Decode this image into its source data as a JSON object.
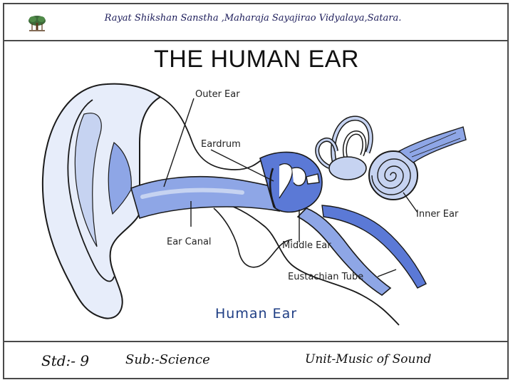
{
  "header": {
    "text": "Rayat Shikshan Sanstha ,Maharaja Sayajirao Vidyalaya,Satara.",
    "logo_icon": "banyan-tree-icon"
  },
  "title": "THE HUMAN EAR",
  "diagram": {
    "labels": {
      "outer_ear": "Outer Ear",
      "eardrum": "Eardrum",
      "ear_canal": "Ear Canal",
      "middle_ear": "Middle Ear",
      "inner_ear": "Inner Ear",
      "eustachian_tube": "Eustachian Tube"
    },
    "caption": "Human Ear",
    "colors": {
      "outline": "#1a1a1a",
      "light_blue": "#c6d3f1",
      "mid_blue": "#8ea6e6",
      "deep_blue": "#5b79d6",
      "caption": "#1f3e84"
    }
  },
  "footer": {
    "std": "Std:- 9",
    "subject": "Sub:-Science",
    "unit": "Unit-Music of Sound"
  }
}
